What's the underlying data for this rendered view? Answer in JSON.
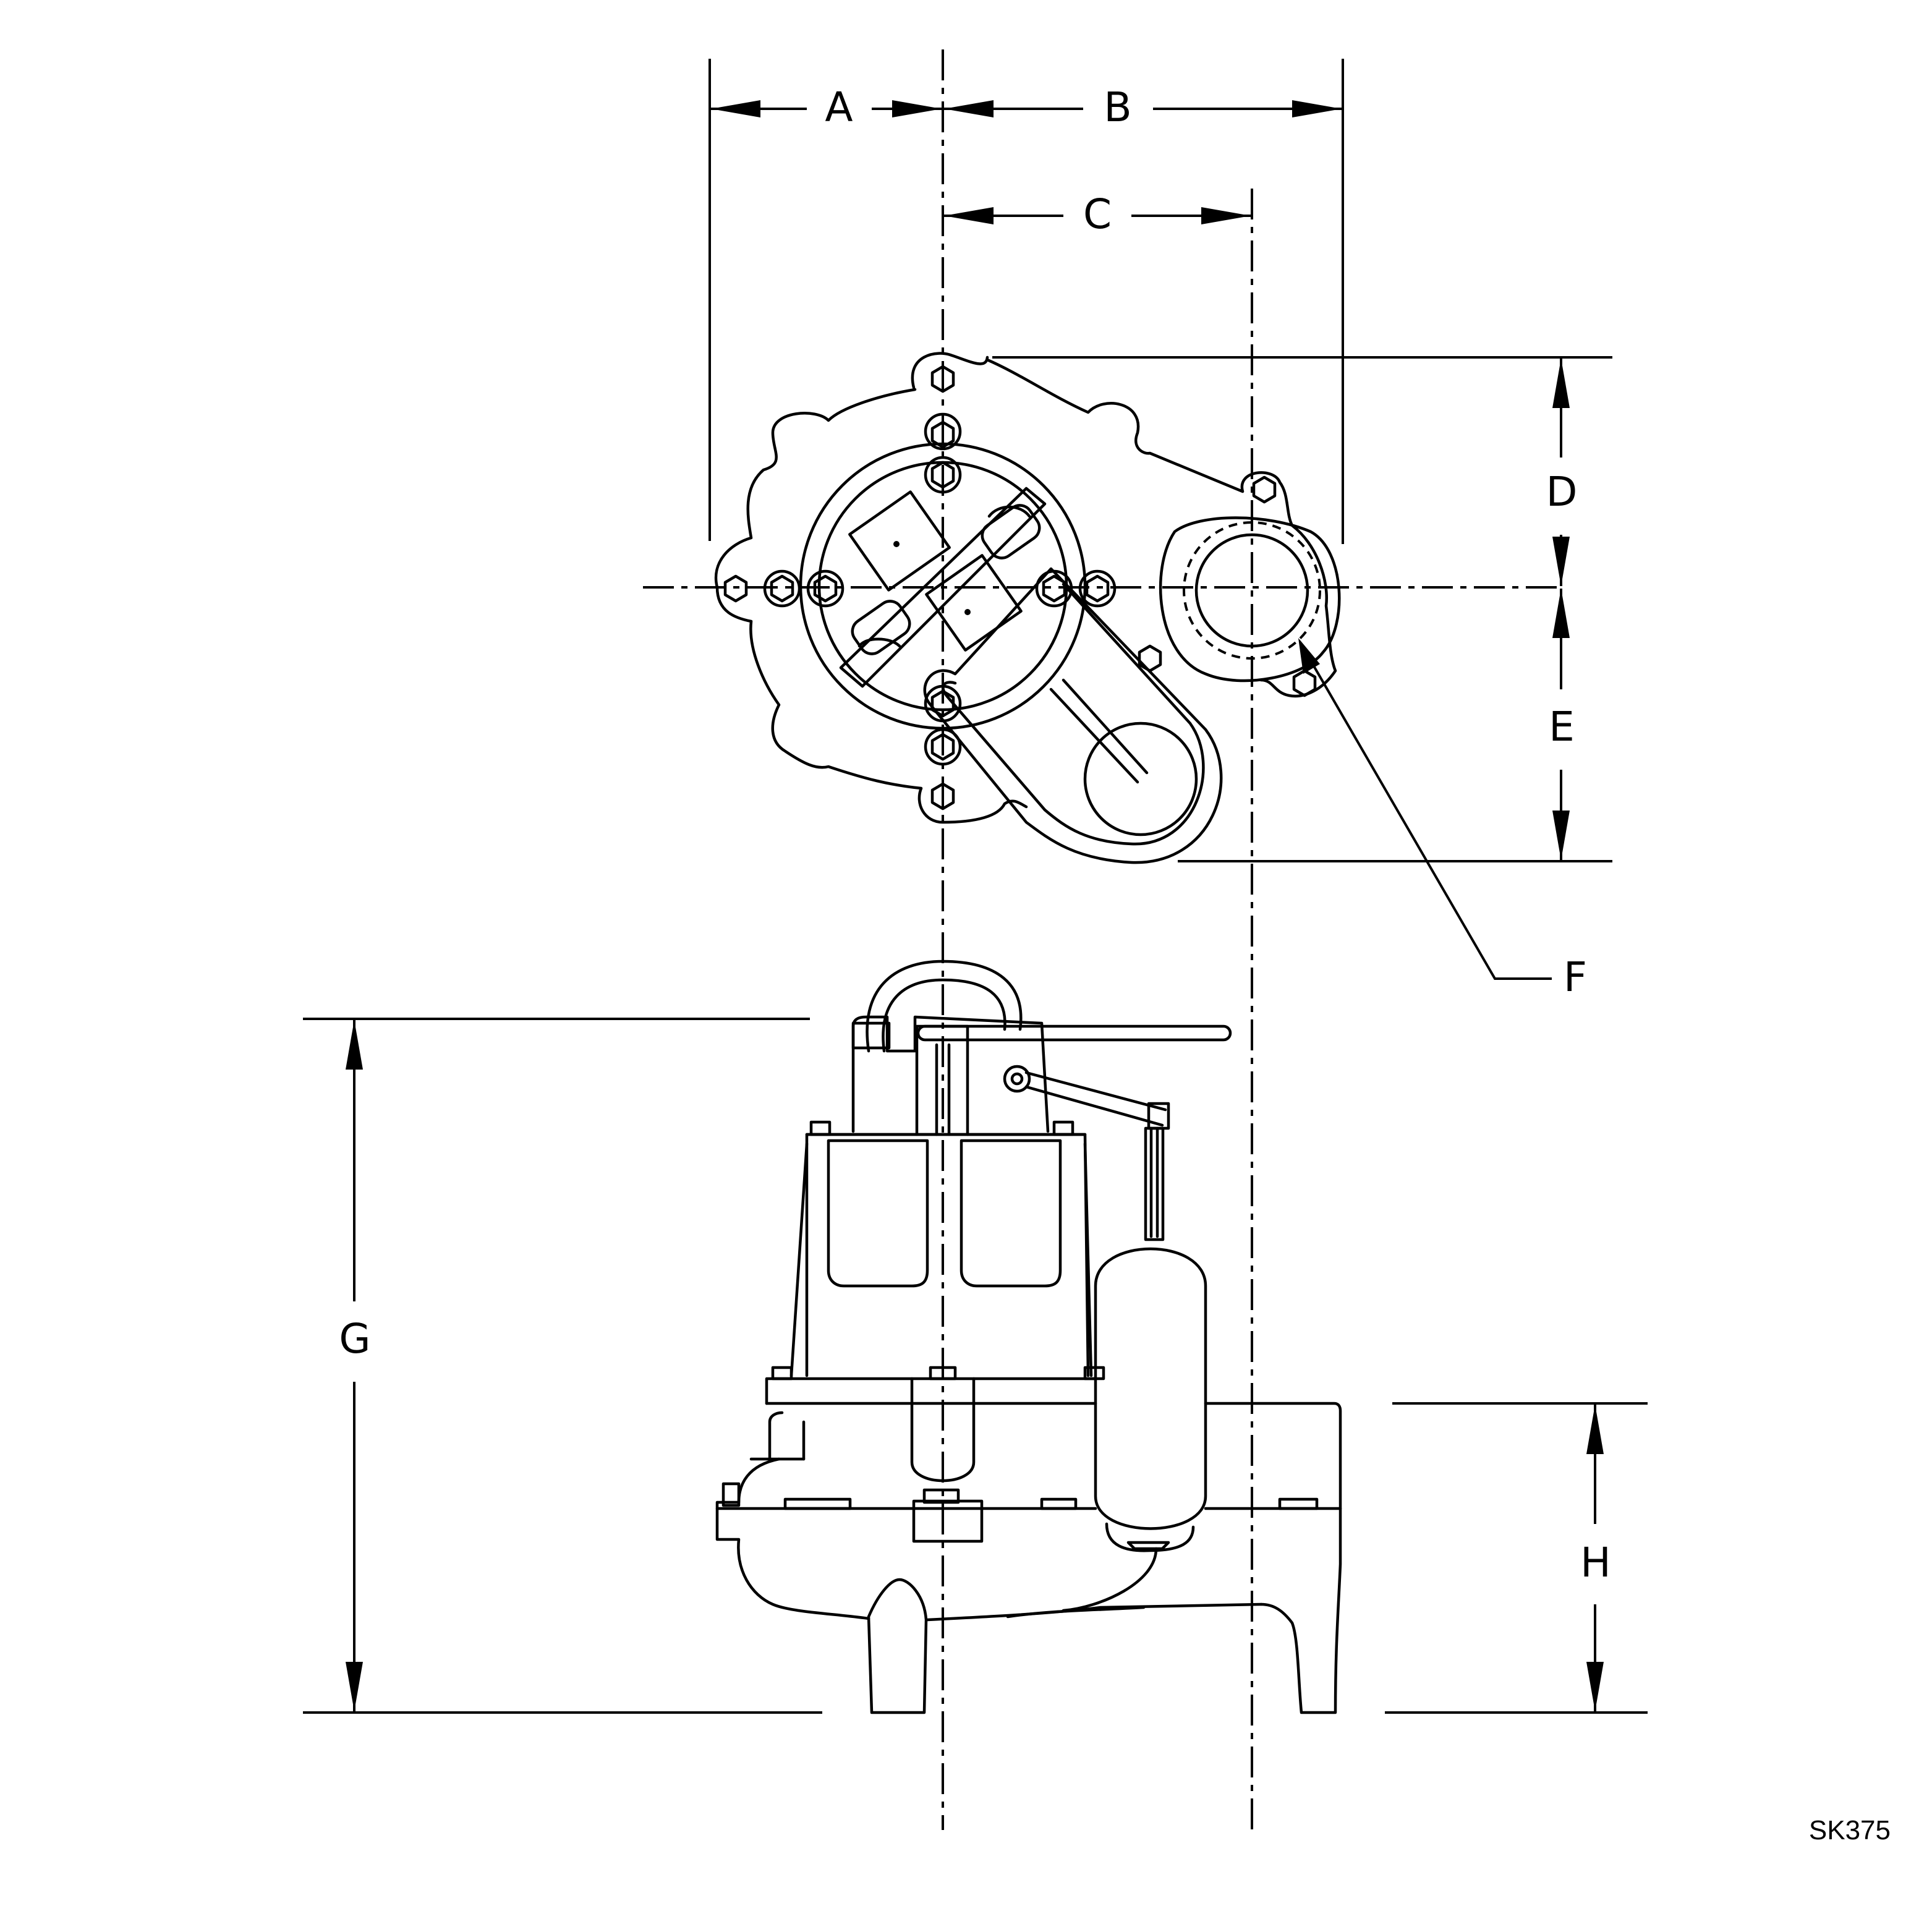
{
  "drawing_code": "SK375",
  "dimension_labels": {
    "a": "A",
    "b": "B",
    "c": "C",
    "d": "D",
    "e": "E",
    "f": "F",
    "g": "G",
    "h": "H"
  }
}
